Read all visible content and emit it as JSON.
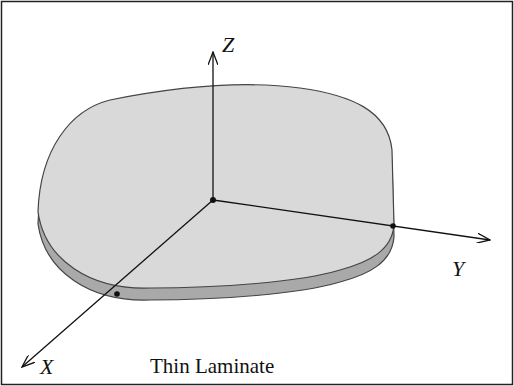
{
  "diagram": {
    "labels": [
      "Z",
      "Y",
      "X",
      "Thin Laminate"
    ]
  }
}
